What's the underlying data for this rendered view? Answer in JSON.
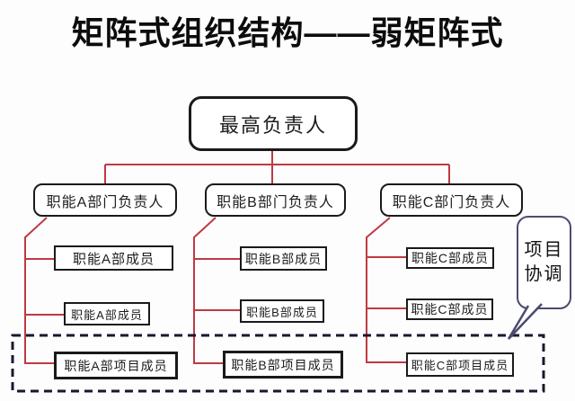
{
  "title": "矩阵式组织结构——弱矩阵式",
  "org": {
    "root": {
      "label": "最高负责人"
    },
    "departments": [
      {
        "head": "职能A部门负责人",
        "members": [
          "职能A部成员",
          "职能A部成员"
        ],
        "project_member": "职能A部项目成员"
      },
      {
        "head": "职能B部门负责人",
        "members": [
          "职能B部成员",
          "职能B部成员"
        ],
        "project_member": "职能B部项目成员"
      },
      {
        "head": "职能C部门负责人",
        "members": [
          "职能C部成员",
          "职能C部成员"
        ],
        "project_member": "职能C部项目成员"
      }
    ],
    "callout": {
      "line1": "项目",
      "line2": "协调"
    }
  },
  "colors": {
    "connector_line": "#bf3a42",
    "box_border": "#1a1a1a",
    "project_scope_dash": "#18182f",
    "callout_border": "#4b4b70",
    "background": "#fdfdfd",
    "text": "#1c1c1c"
  }
}
